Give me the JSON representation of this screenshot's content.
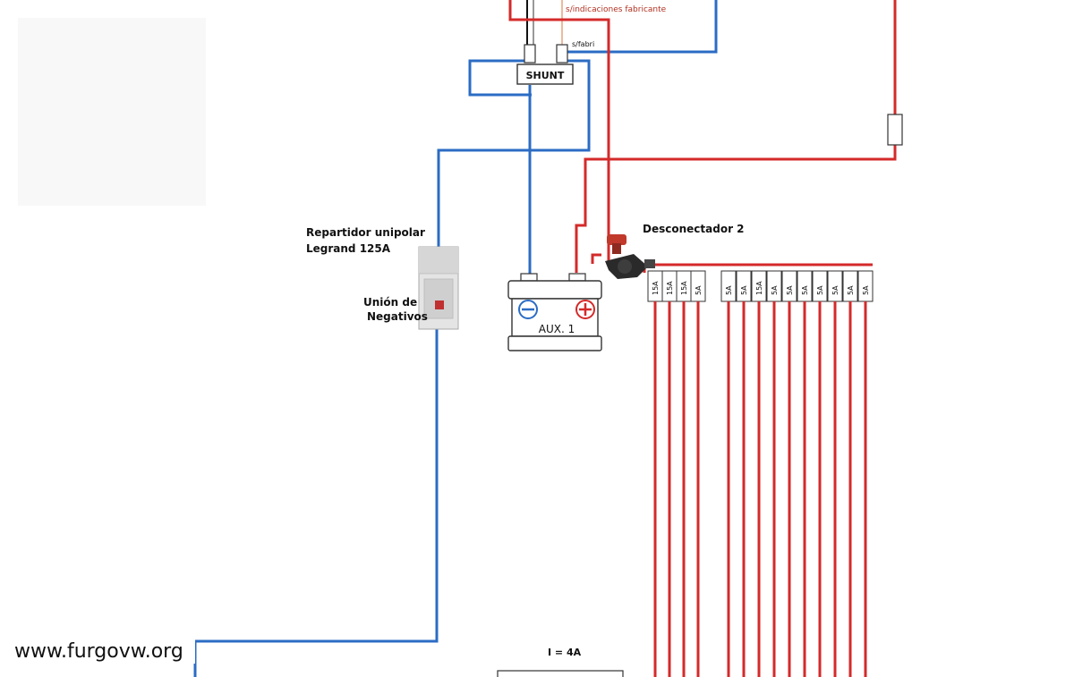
{
  "labels": {
    "indicaciones": "s/indicaciones fabricante",
    "sfabri": "s/fabri",
    "shunt": "SHUNT",
    "repartidor_line1": "Repartidor unipolar",
    "repartidor_line2": "Legrand 125A",
    "union_line1": "Unión de",
    "union_line2": "Negativos",
    "desconectador": "Desconectador 2",
    "battery": "AUX. 1",
    "current": "I = 4A",
    "watermark": "www.furgovw.org"
  },
  "fuses": [
    "15A",
    "15A",
    "15A",
    "5A",
    "5A",
    "5A",
    "15A",
    "5A",
    "5A",
    "5A",
    "5A",
    "5A",
    "5A",
    "5A"
  ],
  "colors": {
    "negative_wire": "#2b6cc4",
    "positive_wire": "#d42a2a",
    "thin_wire": "#e8a27a"
  }
}
